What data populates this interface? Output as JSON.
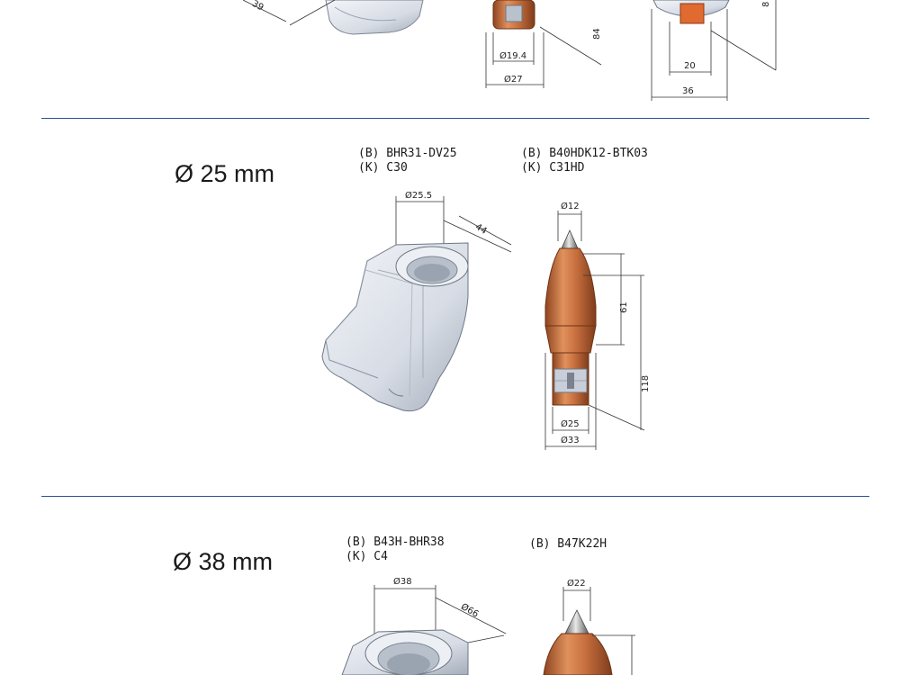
{
  "colors": {
    "rule": "#2f4f9a",
    "copper": "#c8703f",
    "copper_dark": "#9a4a22",
    "steel": "#dfe3ea",
    "steel_dark": "#9aa3b0",
    "dim_line": "#333333"
  },
  "top_section": {
    "dims": {
      "a": "39",
      "b": "Ø19.4",
      "c": "Ø27",
      "d": "84",
      "e": "20",
      "f": "36",
      "g": "8"
    }
  },
  "section_25": {
    "size_label": "Ø 25 mm",
    "holder": {
      "brand": "(B) BHR31-DV25",
      "kennametal": "(K) C30",
      "dim_bore": "Ø25.5",
      "dim_length": "44"
    },
    "pick": {
      "brand": "(B) B40HDK12-BTK03",
      "kennametal": "(K) C31HD",
      "dim_tip": "Ø12",
      "dim_head": "61",
      "dim_total": "118",
      "dim_shank": "Ø25",
      "dim_collar": "Ø33"
    }
  },
  "section_38": {
    "size_label": "Ø 38 mm",
    "holder": {
      "brand": "(B) B43H-BHR38",
      "kennametal": "(K) C4",
      "dim_bore": "Ø38",
      "dim_length": "Ø66"
    },
    "pick": {
      "brand": "(B) B47K22H",
      "dim_tip": "Ø22"
    }
  }
}
